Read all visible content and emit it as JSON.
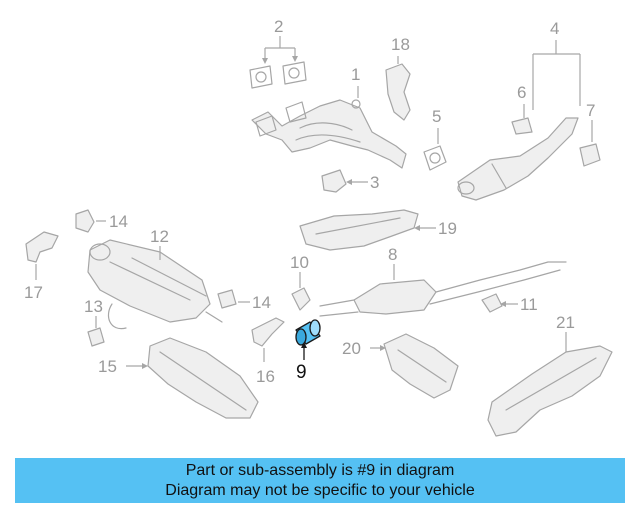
{
  "callouts": {
    "c1": "1",
    "c2": "2",
    "c3": "3",
    "c4": "4",
    "c5": "5",
    "c6": "6",
    "c7": "7",
    "c8": "8",
    "c9": "9",
    "c10": "10",
    "c11": "11",
    "c12": "12",
    "c13": "13",
    "c14a": "14",
    "c14b": "14",
    "c15": "15",
    "c16": "16",
    "c17": "17",
    "c18": "18",
    "c19": "19",
    "c20": "20",
    "c21": "21"
  },
  "highlighted_part": "9",
  "colors": {
    "highlight": "#55c1f3",
    "banner": "#55c1f3",
    "line_art": "#a6a6a6"
  },
  "banner": {
    "line1": "Part or sub-assembly is #9 in diagram",
    "line2": "Diagram may not be specific to your vehicle"
  }
}
